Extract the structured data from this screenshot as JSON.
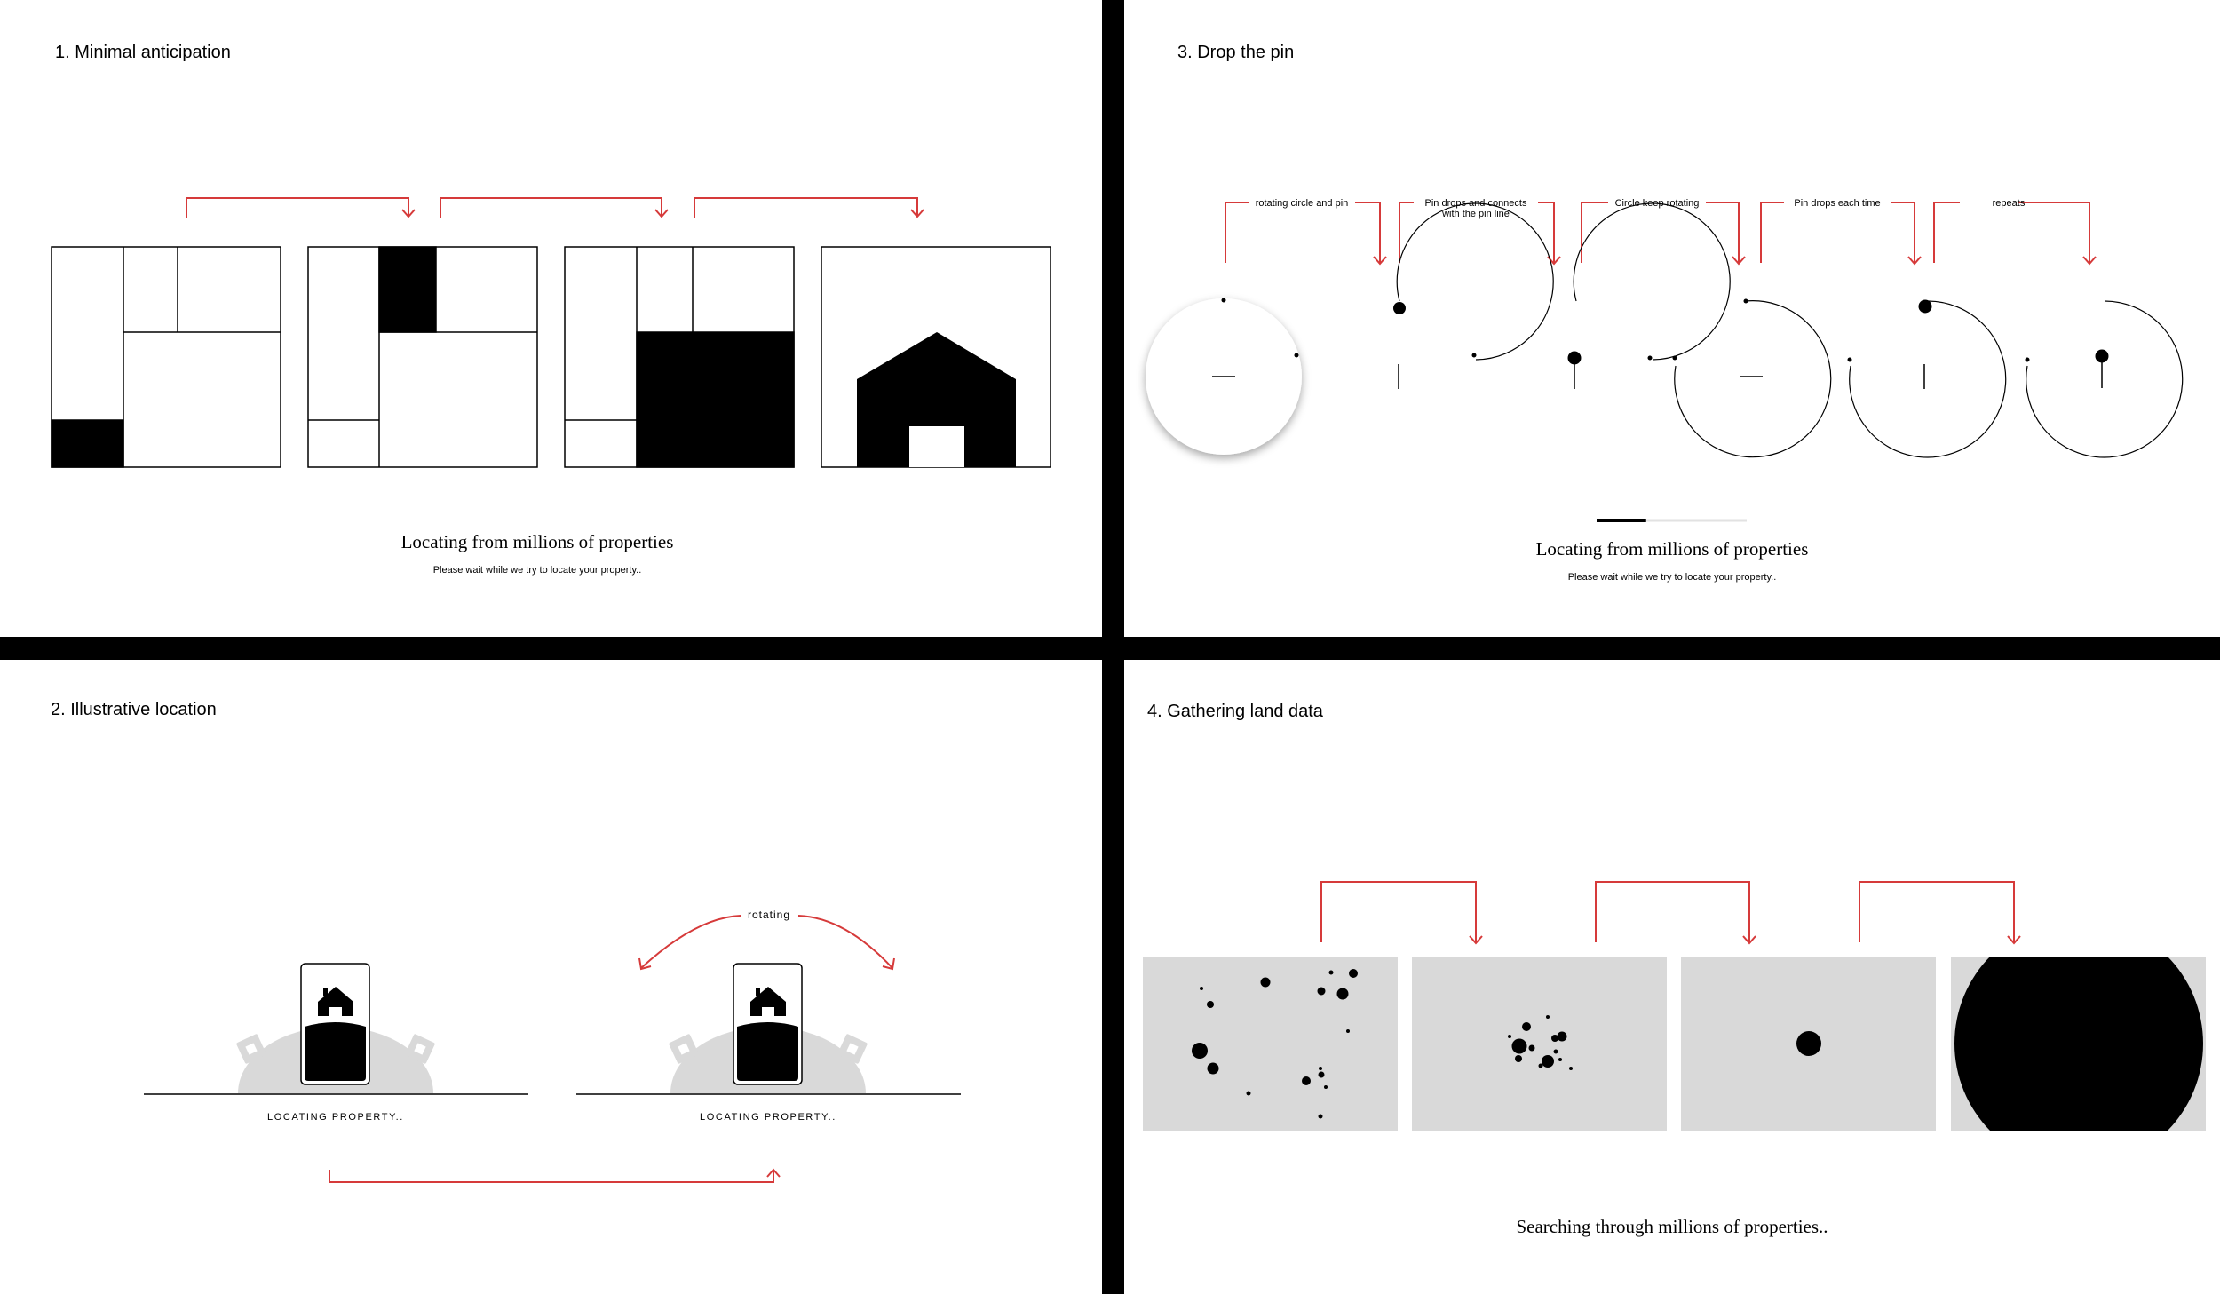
{
  "panel1": {
    "title": "1. Minimal anticipation",
    "heading": "Locating from millions of properties",
    "subtext": "Please wait while we try to locate your property.."
  },
  "panel2": {
    "title": "2. Illustrative location",
    "rotating_label": "rotating",
    "caption_left": "LOCATING PROPERTY..",
    "caption_right": "LOCATING PROPERTY.."
  },
  "panel3": {
    "title": "3. Drop the pin",
    "annotations": [
      "rotating circle and pin",
      "Pin drops and connects",
      "with the pin line",
      "Circle keep rotating",
      "Pin drops each time",
      "repeats"
    ],
    "heading": "Locating from millions of properties",
    "subtext": "Please wait while we try to locate your property..",
    "progress": 0.33
  },
  "panel4": {
    "title": "4. Gathering land data",
    "caption": "Searching through millions of properties.."
  },
  "colors": {
    "background": "#ffffff",
    "divider": "#000000",
    "arrow": "#d63a3a",
    "tile": "#d9d9d9",
    "dome": "#d9d9d9",
    "ink": "#000000"
  }
}
